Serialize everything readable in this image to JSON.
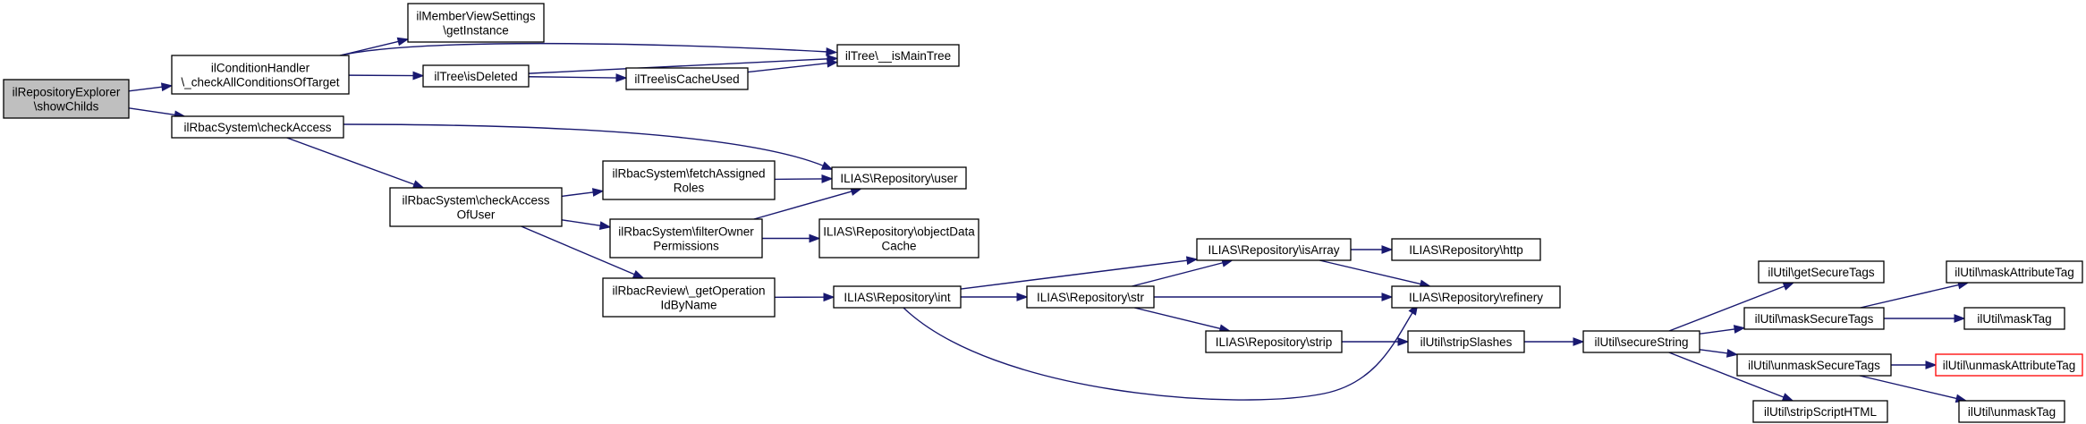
{
  "graph": {
    "nodes": [
      {
        "id": "n0",
        "lines": [
          "ilRepositoryExplorer",
          "\\showChilds"
        ],
        "style": "root"
      },
      {
        "id": "n1",
        "lines": [
          "ilConditionHandler",
          "\\_checkAllConditionsOfTarget"
        ]
      },
      {
        "id": "n2",
        "lines": [
          "ilRbacSystem\\checkAccess"
        ]
      },
      {
        "id": "n3",
        "lines": [
          "ilMemberViewSettings",
          "\\getInstance"
        ]
      },
      {
        "id": "n4",
        "lines": [
          "ilTree\\isDeleted"
        ]
      },
      {
        "id": "n5",
        "lines": [
          "ilTree\\__isMainTree"
        ]
      },
      {
        "id": "n6",
        "lines": [
          "ilTree\\isCacheUsed"
        ]
      },
      {
        "id": "n7",
        "lines": [
          "ILIAS\\Repository\\user"
        ]
      },
      {
        "id": "n8",
        "lines": [
          "ilRbacSystem\\checkAccess",
          "OfUser"
        ]
      },
      {
        "id": "n9",
        "lines": [
          "ilRbacSystem\\fetchAssigned",
          "Roles"
        ]
      },
      {
        "id": "n10",
        "lines": [
          "ilRbacSystem\\filterOwner",
          "Permissions"
        ]
      },
      {
        "id": "n11",
        "lines": [
          "ilRbacReview\\_getOperation",
          "IdByName"
        ]
      },
      {
        "id": "n12",
        "lines": [
          "ILIAS\\Repository\\objectData",
          "Cache"
        ]
      },
      {
        "id": "n13",
        "lines": [
          "ILIAS\\Repository\\int"
        ]
      },
      {
        "id": "n14",
        "lines": [
          "ILIAS\\Repository\\isArray"
        ]
      },
      {
        "id": "n15",
        "lines": [
          "ILIAS\\Repository\\refinery"
        ]
      },
      {
        "id": "n16",
        "lines": [
          "ILIAS\\Repository\\str"
        ]
      },
      {
        "id": "n17",
        "lines": [
          "ILIAS\\Repository\\http"
        ]
      },
      {
        "id": "n18",
        "lines": [
          "ILIAS\\Repository\\strip"
        ]
      },
      {
        "id": "n19",
        "lines": [
          "ilUtil\\stripSlashes"
        ]
      },
      {
        "id": "n20",
        "lines": [
          "ilUtil\\secureString"
        ]
      },
      {
        "id": "n21",
        "lines": [
          "ilUtil\\getSecureTags"
        ]
      },
      {
        "id": "n22",
        "lines": [
          "ilUtil\\maskSecureTags"
        ]
      },
      {
        "id": "n23",
        "lines": [
          "ilUtil\\unmaskSecureTags"
        ]
      },
      {
        "id": "n24",
        "lines": [
          "ilUtil\\stripScriptHTML"
        ]
      },
      {
        "id": "n25",
        "lines": [
          "ilUtil\\maskAttributeTag"
        ]
      },
      {
        "id": "n26",
        "lines": [
          "ilUtil\\maskTag"
        ]
      },
      {
        "id": "n27",
        "lines": [
          "ilUtil\\unmaskAttributeTag"
        ],
        "style": "red"
      },
      {
        "id": "n28",
        "lines": [
          "ilUtil\\unmaskTag"
        ]
      }
    ],
    "edges": [
      {
        "from": "n0",
        "to": "n1"
      },
      {
        "from": "n0",
        "to": "n2"
      },
      {
        "from": "n1",
        "to": "n3"
      },
      {
        "from": "n1",
        "to": "n4"
      },
      {
        "from": "n1",
        "to": "n5"
      },
      {
        "from": "n4",
        "to": "n5"
      },
      {
        "from": "n4",
        "to": "n6"
      },
      {
        "from": "n6",
        "to": "n5"
      },
      {
        "from": "n2",
        "to": "n7"
      },
      {
        "from": "n2",
        "to": "n8"
      },
      {
        "from": "n8",
        "to": "n9"
      },
      {
        "from": "n8",
        "to": "n10"
      },
      {
        "from": "n8",
        "to": "n11"
      },
      {
        "from": "n9",
        "to": "n7"
      },
      {
        "from": "n10",
        "to": "n7"
      },
      {
        "from": "n10",
        "to": "n12"
      },
      {
        "from": "n11",
        "to": "n13"
      },
      {
        "from": "n13",
        "to": "n14"
      },
      {
        "from": "n13",
        "to": "n16"
      },
      {
        "from": "n13",
        "to": "n15"
      },
      {
        "from": "n14",
        "to": "n17"
      },
      {
        "from": "n14",
        "to": "n15"
      },
      {
        "from": "n16",
        "to": "n14"
      },
      {
        "from": "n16",
        "to": "n15"
      },
      {
        "from": "n16",
        "to": "n18"
      },
      {
        "from": "n18",
        "to": "n19"
      },
      {
        "from": "n19",
        "to": "n20"
      },
      {
        "from": "n20",
        "to": "n21"
      },
      {
        "from": "n20",
        "to": "n22"
      },
      {
        "from": "n20",
        "to": "n23"
      },
      {
        "from": "n20",
        "to": "n24"
      },
      {
        "from": "n22",
        "to": "n25"
      },
      {
        "from": "n22",
        "to": "n26"
      },
      {
        "from": "n23",
        "to": "n27"
      },
      {
        "from": "n23",
        "to": "n28"
      }
    ],
    "colors": {
      "edge": "#191970",
      "root_fill": "#bfbfbf",
      "highlight_border": "#ff0000"
    }
  }
}
